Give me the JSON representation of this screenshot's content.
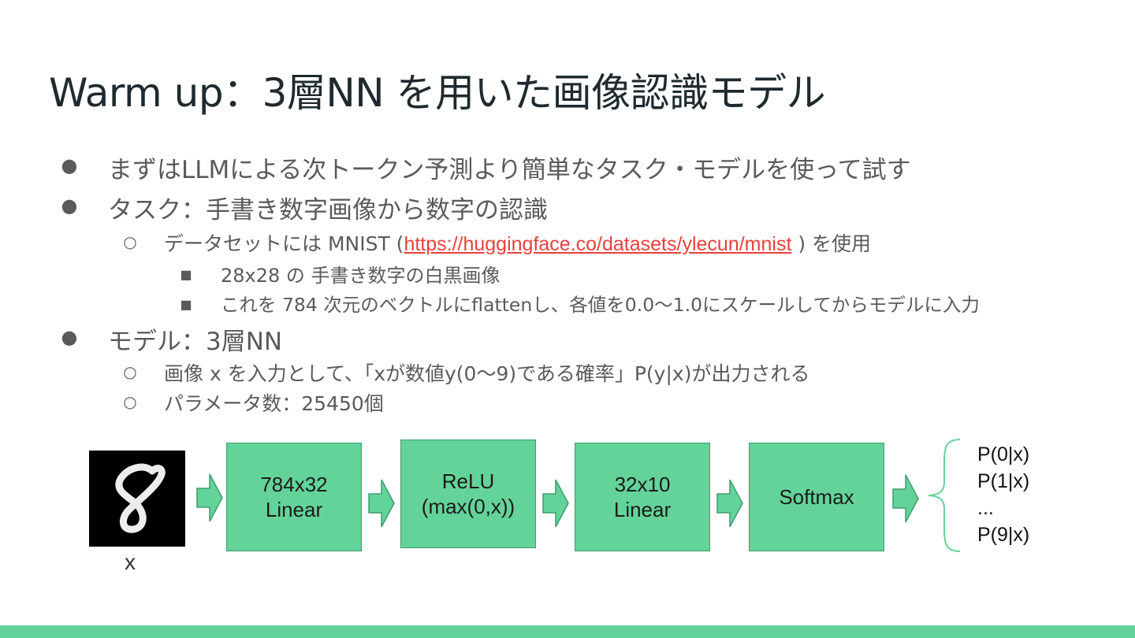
{
  "title": "Warm up：3層NN を用いた画像認識モデル",
  "bullets": {
    "b1": "まずはLLMによる次トークン予測より簡単なタスク・モデルを使って試す",
    "b2": "タスク：手書き数字画像から数字の認識",
    "b2_1_prefix": "データセットには MNIST (",
    "b2_1_link": "https://huggingface.co/datasets/ylecun/mnist",
    "b2_1_suffix": " ) を使用",
    "b2_1_1": "28x28 の 手書き数字の白黒画像",
    "b2_1_2": "これを 784 次元のベクトルにflattenし、各値を0.0〜1.0にスケールしてからモデルに入力",
    "b3": "モデル：3層NN",
    "b3_1": "画像 x を入力として、「xが数値y(0〜9)である確率」P(y|x)が出力される",
    "b3_2": "パラメータ数：25450個"
  },
  "markers": {
    "level1": "●",
    "level2": "○",
    "level3": "■"
  },
  "diagram": {
    "input_label": "x",
    "boxes": [
      {
        "line1": "784x32",
        "line2": "Linear"
      },
      {
        "line1": "ReLU",
        "line2": "(max(0,x))"
      },
      {
        "line1": "32x10",
        "line2": "Linear"
      },
      {
        "line1": "Softmax",
        "line2": ""
      }
    ],
    "outputs": [
      "P(0|x)",
      "P(1|x)",
      "...",
      "P(9|x)"
    ],
    "colors": {
      "box": "#64d39a",
      "box_border": "#3d9e6c",
      "arrow": "#64d39a",
      "link": "#e8413c"
    }
  }
}
